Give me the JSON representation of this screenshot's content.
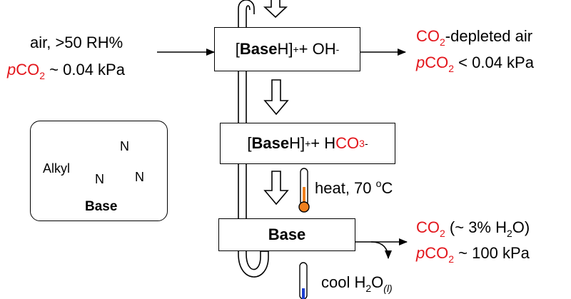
{
  "inlet": {
    "line1": "air, >50 RH%",
    "p_italic": "p",
    "co2": "CO",
    "co2_sub": "2",
    "line2_rest": " ~ 0.04 kPa"
  },
  "box1": {
    "bracket_open": "[",
    "base": "Base",
    "h_close": "H]",
    "plus_sup": "+",
    "middle": " + OH",
    "minus_sup": "-"
  },
  "outlet1": {
    "co2": "CO",
    "co2_sub": "2",
    "rest": "-depleted air",
    "p_italic": "p",
    "p_co2": "CO",
    "p_sub": "2",
    "p_rest": " < 0.04 kPa"
  },
  "box2": {
    "bracket_open": "[",
    "base": "Base",
    "h_close": "H]",
    "plus_sup": "+",
    "middle": " + H",
    "co3": "CO",
    "co3_sub": "3",
    "minus_sup": "-"
  },
  "heat": {
    "label": "heat, 70 ",
    "deg": "o",
    "unit": "C"
  },
  "box3": {
    "label": "Base"
  },
  "outlet2": {
    "co2": "CO",
    "co2_sub": "2",
    "rest": " (~ 3% H",
    "h2o_sub": "2",
    "rest2": "O)",
    "p_italic": "p",
    "p_co2": "CO",
    "p_sub": "2",
    "p_rest": " ~ 100 kPa"
  },
  "cool": {
    "label": "cool H",
    "sub2": "2",
    "o": "O",
    "phase": "(l)"
  },
  "structure": {
    "alkyl": "Alkyl",
    "n1": "N",
    "n2": "N",
    "n3": "N",
    "caption": "Base"
  },
  "colors": {
    "accent_red": "#e3151b",
    "thermo_hot": "#f0801e",
    "thermo_cold": "#1e3fd0"
  }
}
